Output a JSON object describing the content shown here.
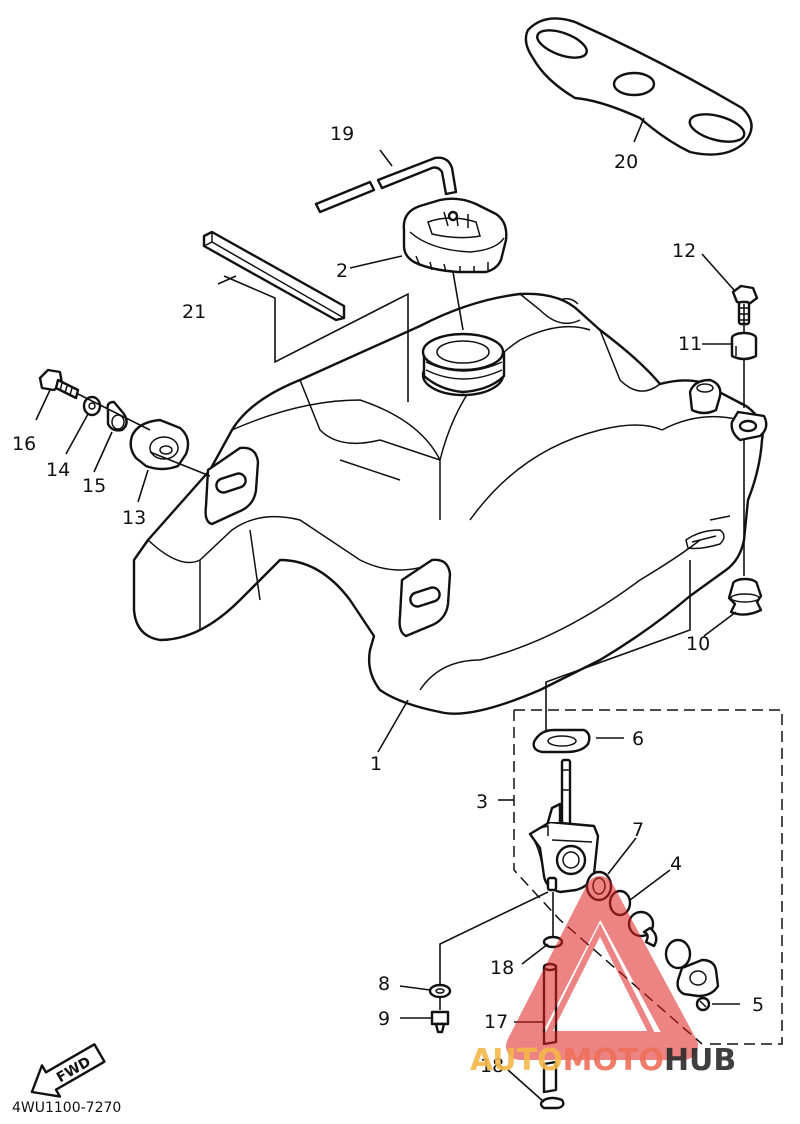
{
  "labels": {
    "p1": "1",
    "p2": "2",
    "p3": "3",
    "p4": "4",
    "p5": "5",
    "p6": "6",
    "p7": "7",
    "p8": "8",
    "p9": "9",
    "p10": "10",
    "p11": "11",
    "p12": "12",
    "p13": "13",
    "p14": "14",
    "p15": "15",
    "p16": "16",
    "p17": "17",
    "p18a": "18",
    "p18b": "18",
    "p19": "19",
    "p20": "20",
    "p21": "21"
  },
  "fwd_label": "FWD",
  "diagram_code": "4WU1100-7270",
  "watermark": {
    "part1": "AUTO",
    "part2": "MOTO",
    "part3": "HUB",
    "color_auto": "#f5b84a",
    "color_moto": "#ef6f5a",
    "color_hub": "#2b2b2b"
  }
}
